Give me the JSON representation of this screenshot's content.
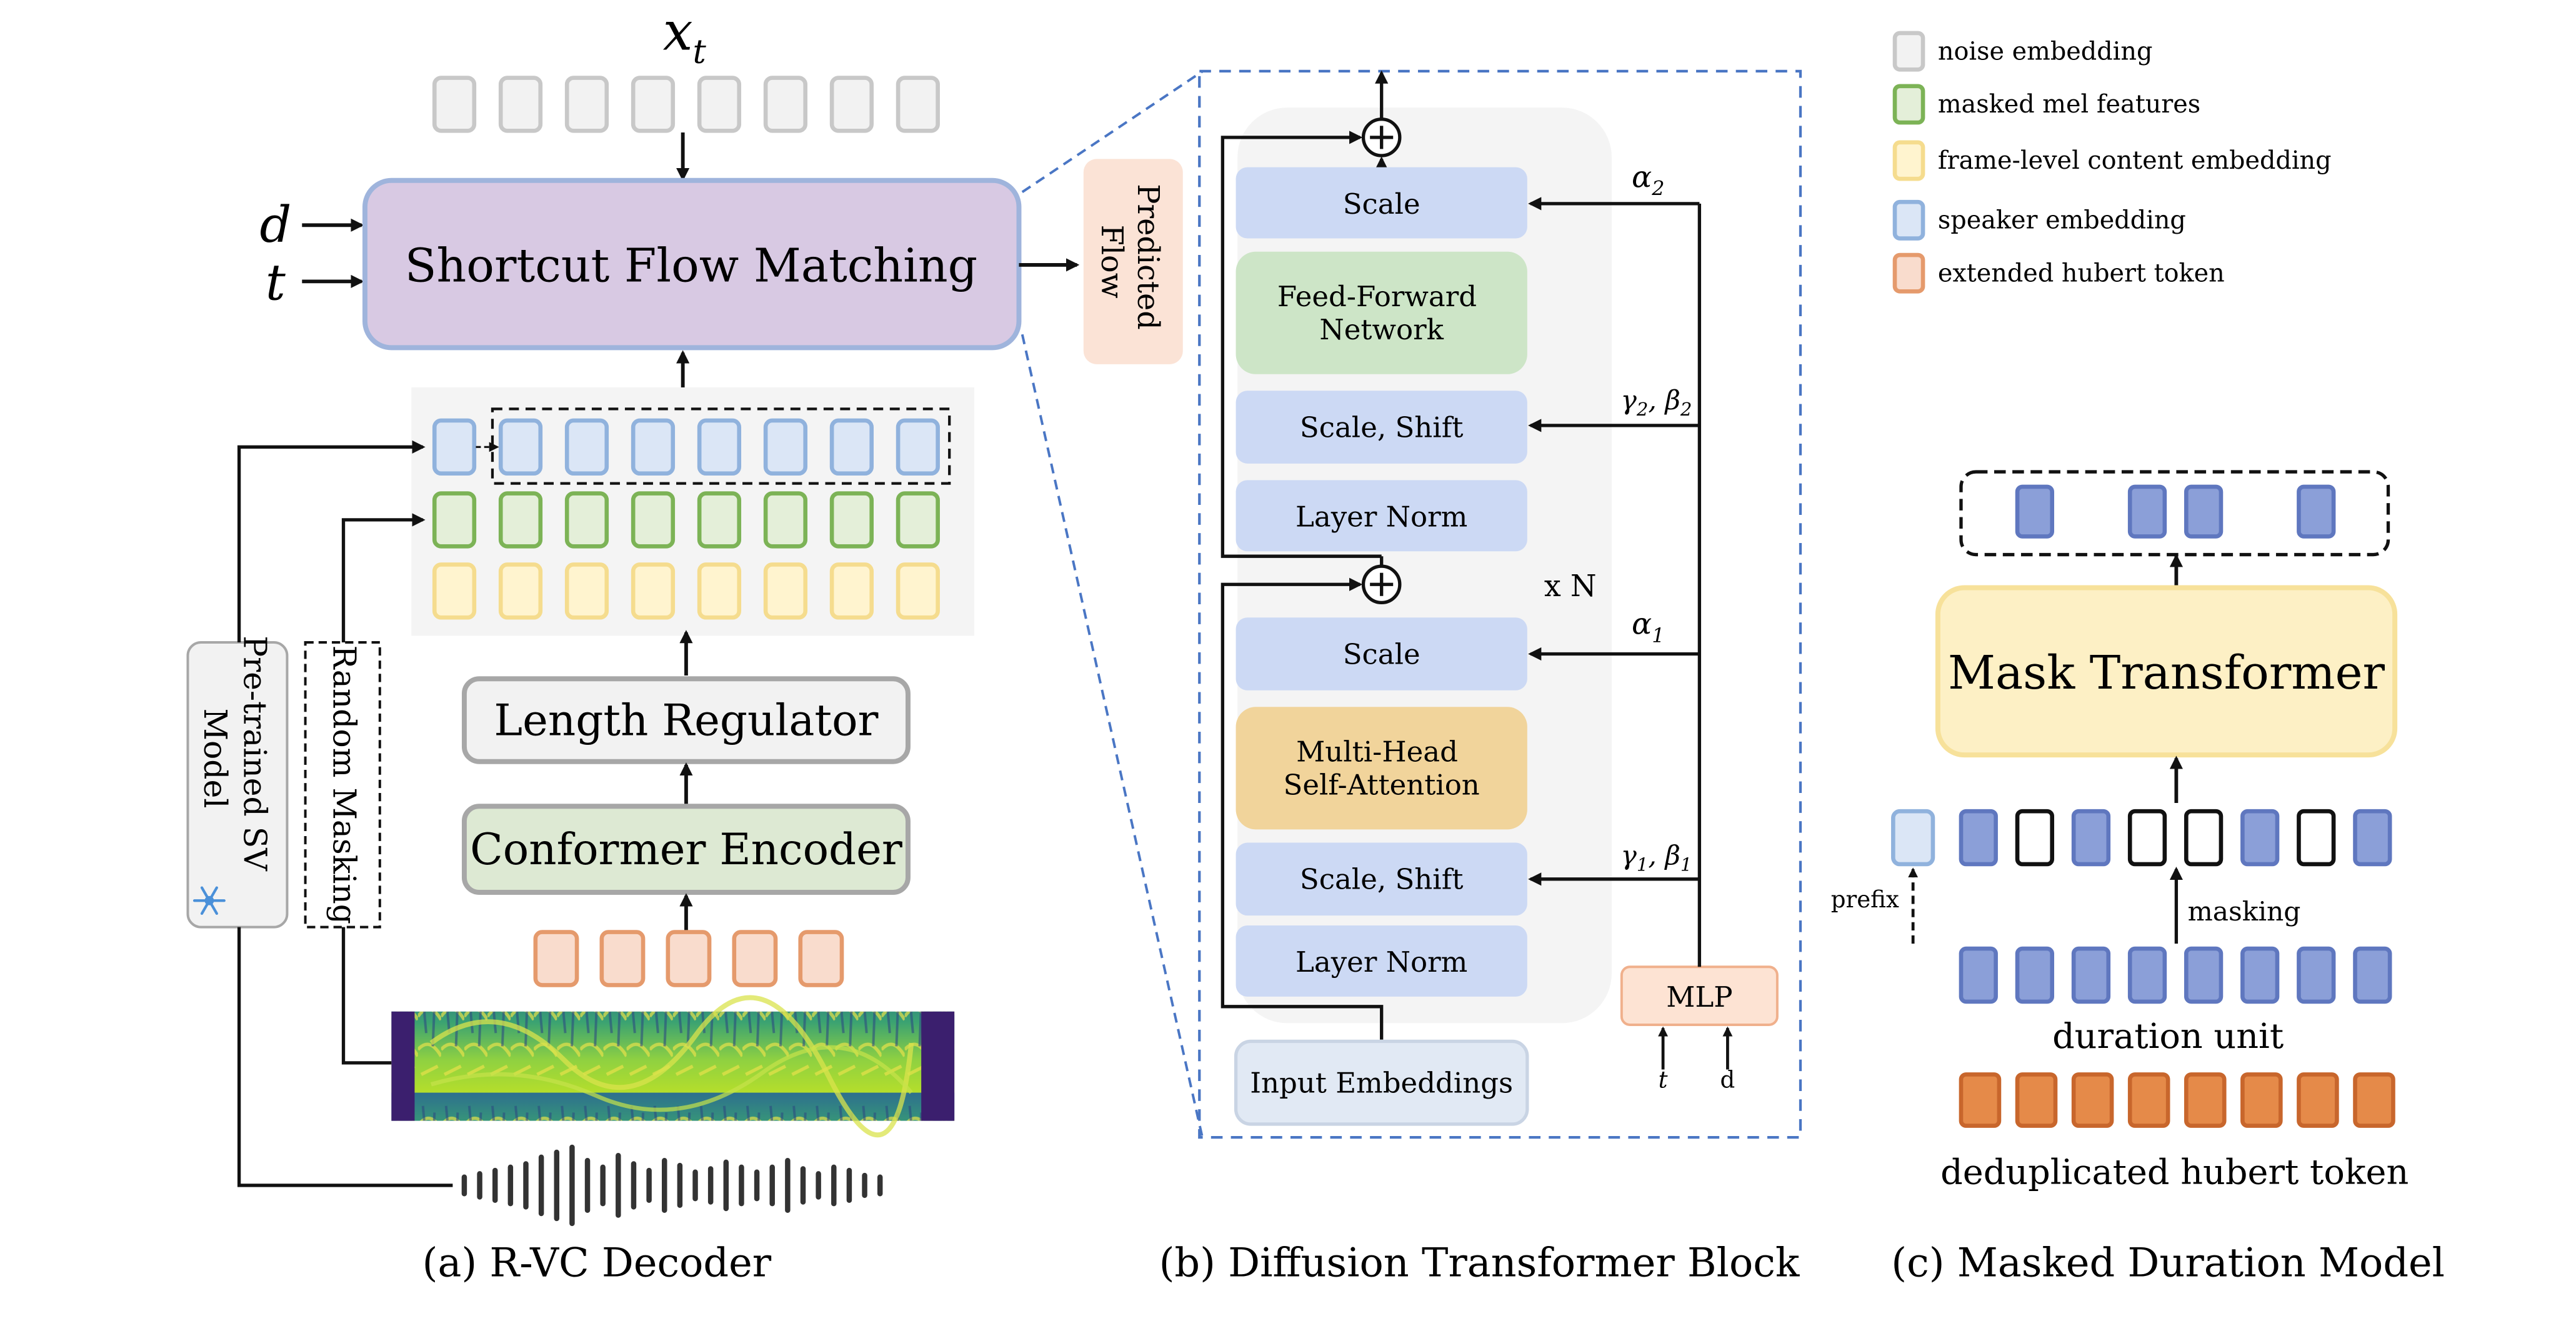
{
  "decoder": {
    "xt_base": "x",
    "xt_sub": "t",
    "d_label": "d",
    "t_label": "t",
    "sfm_label": "Shortcut Flow Matching",
    "predicted_flow": [
      "Predicted",
      "Flow"
    ],
    "length_regulator": "Length Regulator",
    "conformer_encoder": "Conformer Encoder",
    "sv_model": [
      "Pre-trained SV",
      "Model"
    ],
    "random_masking": "Random Masking",
    "caption": "(a) R-VC Decoder"
  },
  "dit": {
    "scale_top": "Scale",
    "ffn": [
      "Feed-Forward",
      "Network"
    ],
    "scale_shift_2": "Scale, Shift",
    "layer_norm_2": "Layer Norm",
    "xn": "x N",
    "scale_mid": "Scale",
    "mhsa": [
      "Multi-Head",
      "Self-Attention"
    ],
    "scale_shift_1": "Scale, Shift",
    "layer_norm_1": "Layer Norm",
    "input_embeddings": "Input Embeddings",
    "mlp": "MLP",
    "mlp_in_t": "t",
    "mlp_in_d": "d",
    "alpha2_base": "α",
    "alpha2_sub": "2",
    "alpha1_base": "α",
    "alpha1_sub": "1",
    "gb2": {
      "g": "γ",
      "gs": "2",
      "sep": ", ",
      "b": "β",
      "bs": "2"
    },
    "gb1": {
      "g": "γ",
      "gs": "1",
      "sep": ", ",
      "b": "β",
      "bs": "1"
    },
    "caption": "(b) Diffusion Transformer Block"
  },
  "legend": {
    "items": [
      {
        "label": "noise embedding",
        "color": "#c8c8c8",
        "fill": "#f2f2f2"
      },
      {
        "label": "masked mel features",
        "color": "#7cb356",
        "fill": "#e4efd9"
      },
      {
        "label": "frame-level content embedding",
        "color": "#f5dc8e",
        "fill": "#fff4cf"
      },
      {
        "label": "speaker embedding",
        "color": "#90b2dd",
        "fill": "#dbe6f6"
      },
      {
        "label": "extended hubert token",
        "color": "#e59a6c",
        "fill": "#f9dccd"
      }
    ]
  },
  "mdm": {
    "mask_transformer": "Mask Transformer",
    "prefix": "prefix",
    "masking": "masking",
    "duration_unit": "duration unit",
    "dedup": "deduplicated hubert token",
    "caption": "(c) Masked Duration Model"
  },
  "colors": {
    "sfm_fill": "#d8c9e3",
    "sfm_stroke": "#9fb4dc",
    "lr_fill": "#f2f2f2",
    "lr_stroke": "#a7a7a7",
    "ce_fill": "#dde9d3",
    "ce_stroke": "#a7a7a7",
    "flow_fill": "#fbe3d6",
    "dit_panel": "#f4f4f4",
    "dit_dash": "#4a76c4",
    "scale_fill": "#ccd9f4",
    "ffn_fill": "#cde5c7",
    "mhsa_fill": "#f1d49b",
    "input_fill": "#e1e9f4",
    "mlp_fill": "#fde3d3",
    "mlp_stroke": "#f0b08c",
    "mt_fill": "#fdf0c5",
    "mt_stroke": "#f7e19a",
    "du_fill": "#8b9fd8",
    "du_stroke": "#5f77bf",
    "ht_fill": "#e58a49",
    "ht_stroke": "#c8662c"
  }
}
